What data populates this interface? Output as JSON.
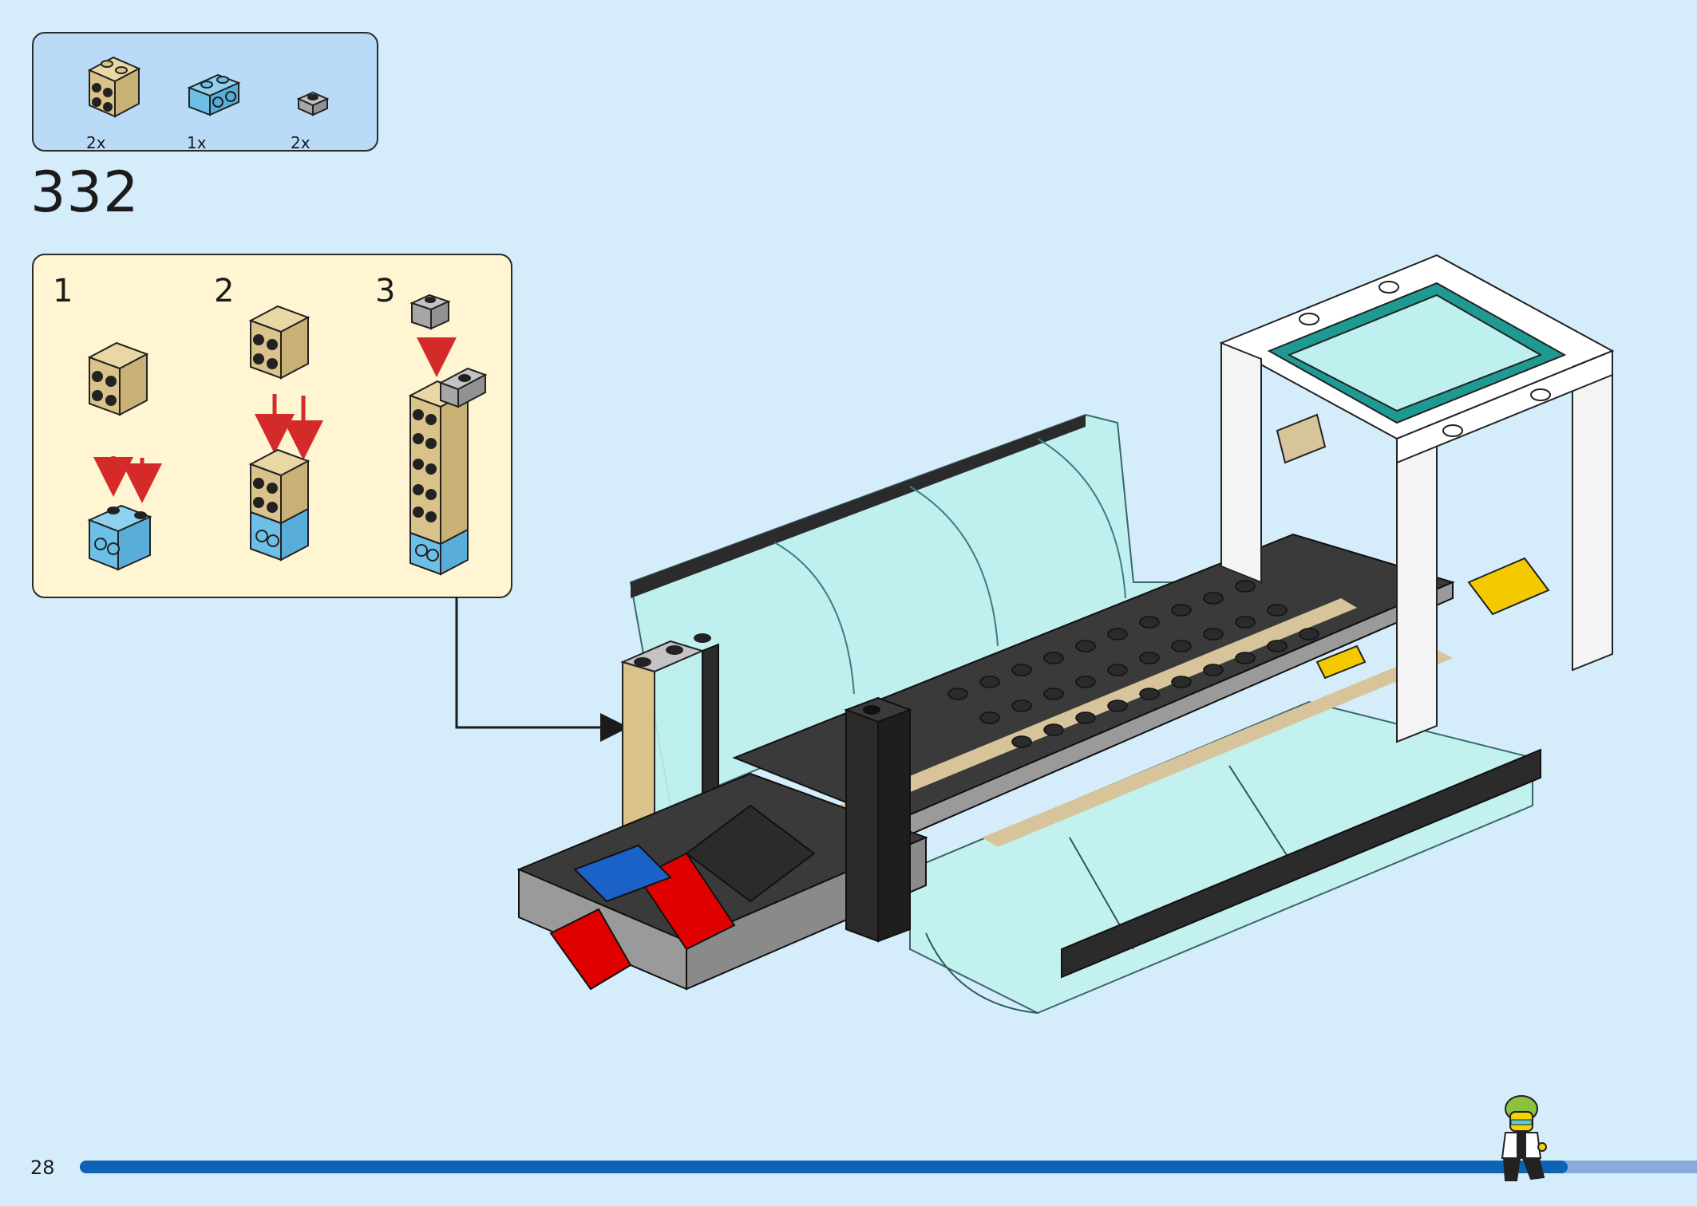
{
  "parts_list": [
    {
      "name": "tan-brick-2x2",
      "qty": "2x",
      "color": "#d9c38a"
    },
    {
      "name": "medium-azure-brick-1x2-with-side-studs",
      "qty": "1x",
      "color": "#6cbfe6"
    },
    {
      "name": "light-grey-plate-1x1",
      "qty": "2x",
      "color": "#a7a7a7"
    }
  ],
  "step": {
    "number": "332"
  },
  "substeps": [
    {
      "label": "1"
    },
    {
      "label": "2"
    },
    {
      "label": "3"
    }
  ],
  "page": {
    "number": "28"
  },
  "progress": {
    "fraction": 0.92
  },
  "colors": {
    "background": "#d5ecfb",
    "parts_box": "#b9dbf7",
    "substep_box": "#fff5d2",
    "arrow": "#d42a2a",
    "progress_fill": "#0e63b5",
    "progress_track": "#8aa9dd"
  }
}
